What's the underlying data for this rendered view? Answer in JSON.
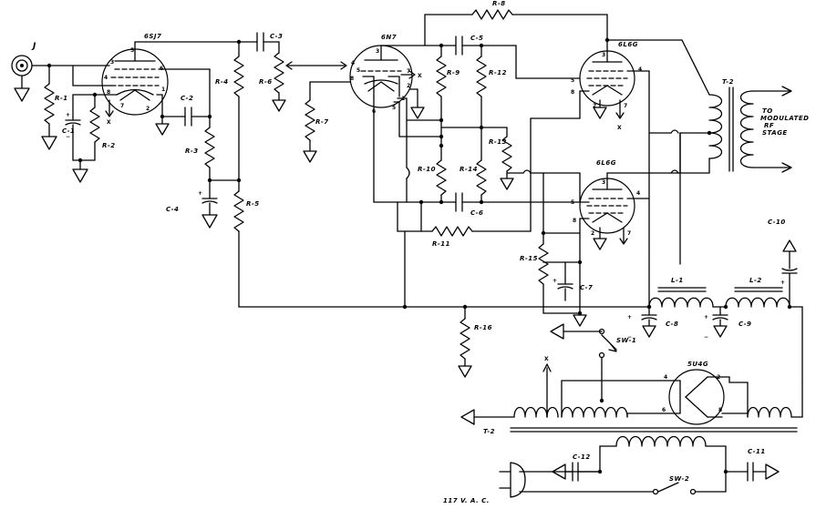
{
  "labels": {
    "jack": "J",
    "v1": "6SJ7",
    "v2": "6N7",
    "v3": "6L6G",
    "v4": "6L6G",
    "rect": "5U4G",
    "r1": "R-1",
    "r2": "R-2",
    "r3": "R-3",
    "r4": "R-4",
    "r5": "R-5",
    "r6": "R-6",
    "r7": "R-7",
    "r8": "R-8",
    "r9": "R-9",
    "r10": "R-10",
    "r11": "R-11",
    "r12": "R-12",
    "r13": "R-13",
    "r14": "R-14",
    "r15": "R-15",
    "r16": "R-16",
    "c1": "C-1",
    "c2": "C-2",
    "c3": "C-3",
    "c4": "C-4",
    "c5": "C-5",
    "c6": "C-6",
    "c7": "C-7",
    "c8": "C-8",
    "c9": "C-9",
    "c10": "C-10",
    "c11": "C-11",
    "c12": "C-12",
    "l1": "L-1",
    "l2": "L-2",
    "t2a": "T-2",
    "t2b": "T-2",
    "sw1": "SW-1",
    "sw2": "SW-2",
    "to1": "TO",
    "to2": "MODULATED",
    "to3": "RF",
    "to4": "STAGE",
    "ac": "117 V. A. C.",
    "x1": "X",
    "x2": "X",
    "x3": "X",
    "x4": "X",
    "x5": "X"
  },
  "pins": {
    "v1": [
      "5",
      "3",
      "6",
      "4",
      "8",
      "1",
      "7",
      "2"
    ],
    "v2": [
      "4",
      "5",
      "8",
      "3",
      "2",
      "6",
      "1",
      "5",
      "7"
    ],
    "v3": [
      "3",
      "4",
      "5",
      "8",
      "2",
      "7"
    ],
    "v4": [
      "3",
      "4",
      "5",
      "8",
      "2",
      "7"
    ],
    "rect": [
      "4",
      "2",
      "6",
      "8"
    ]
  }
}
